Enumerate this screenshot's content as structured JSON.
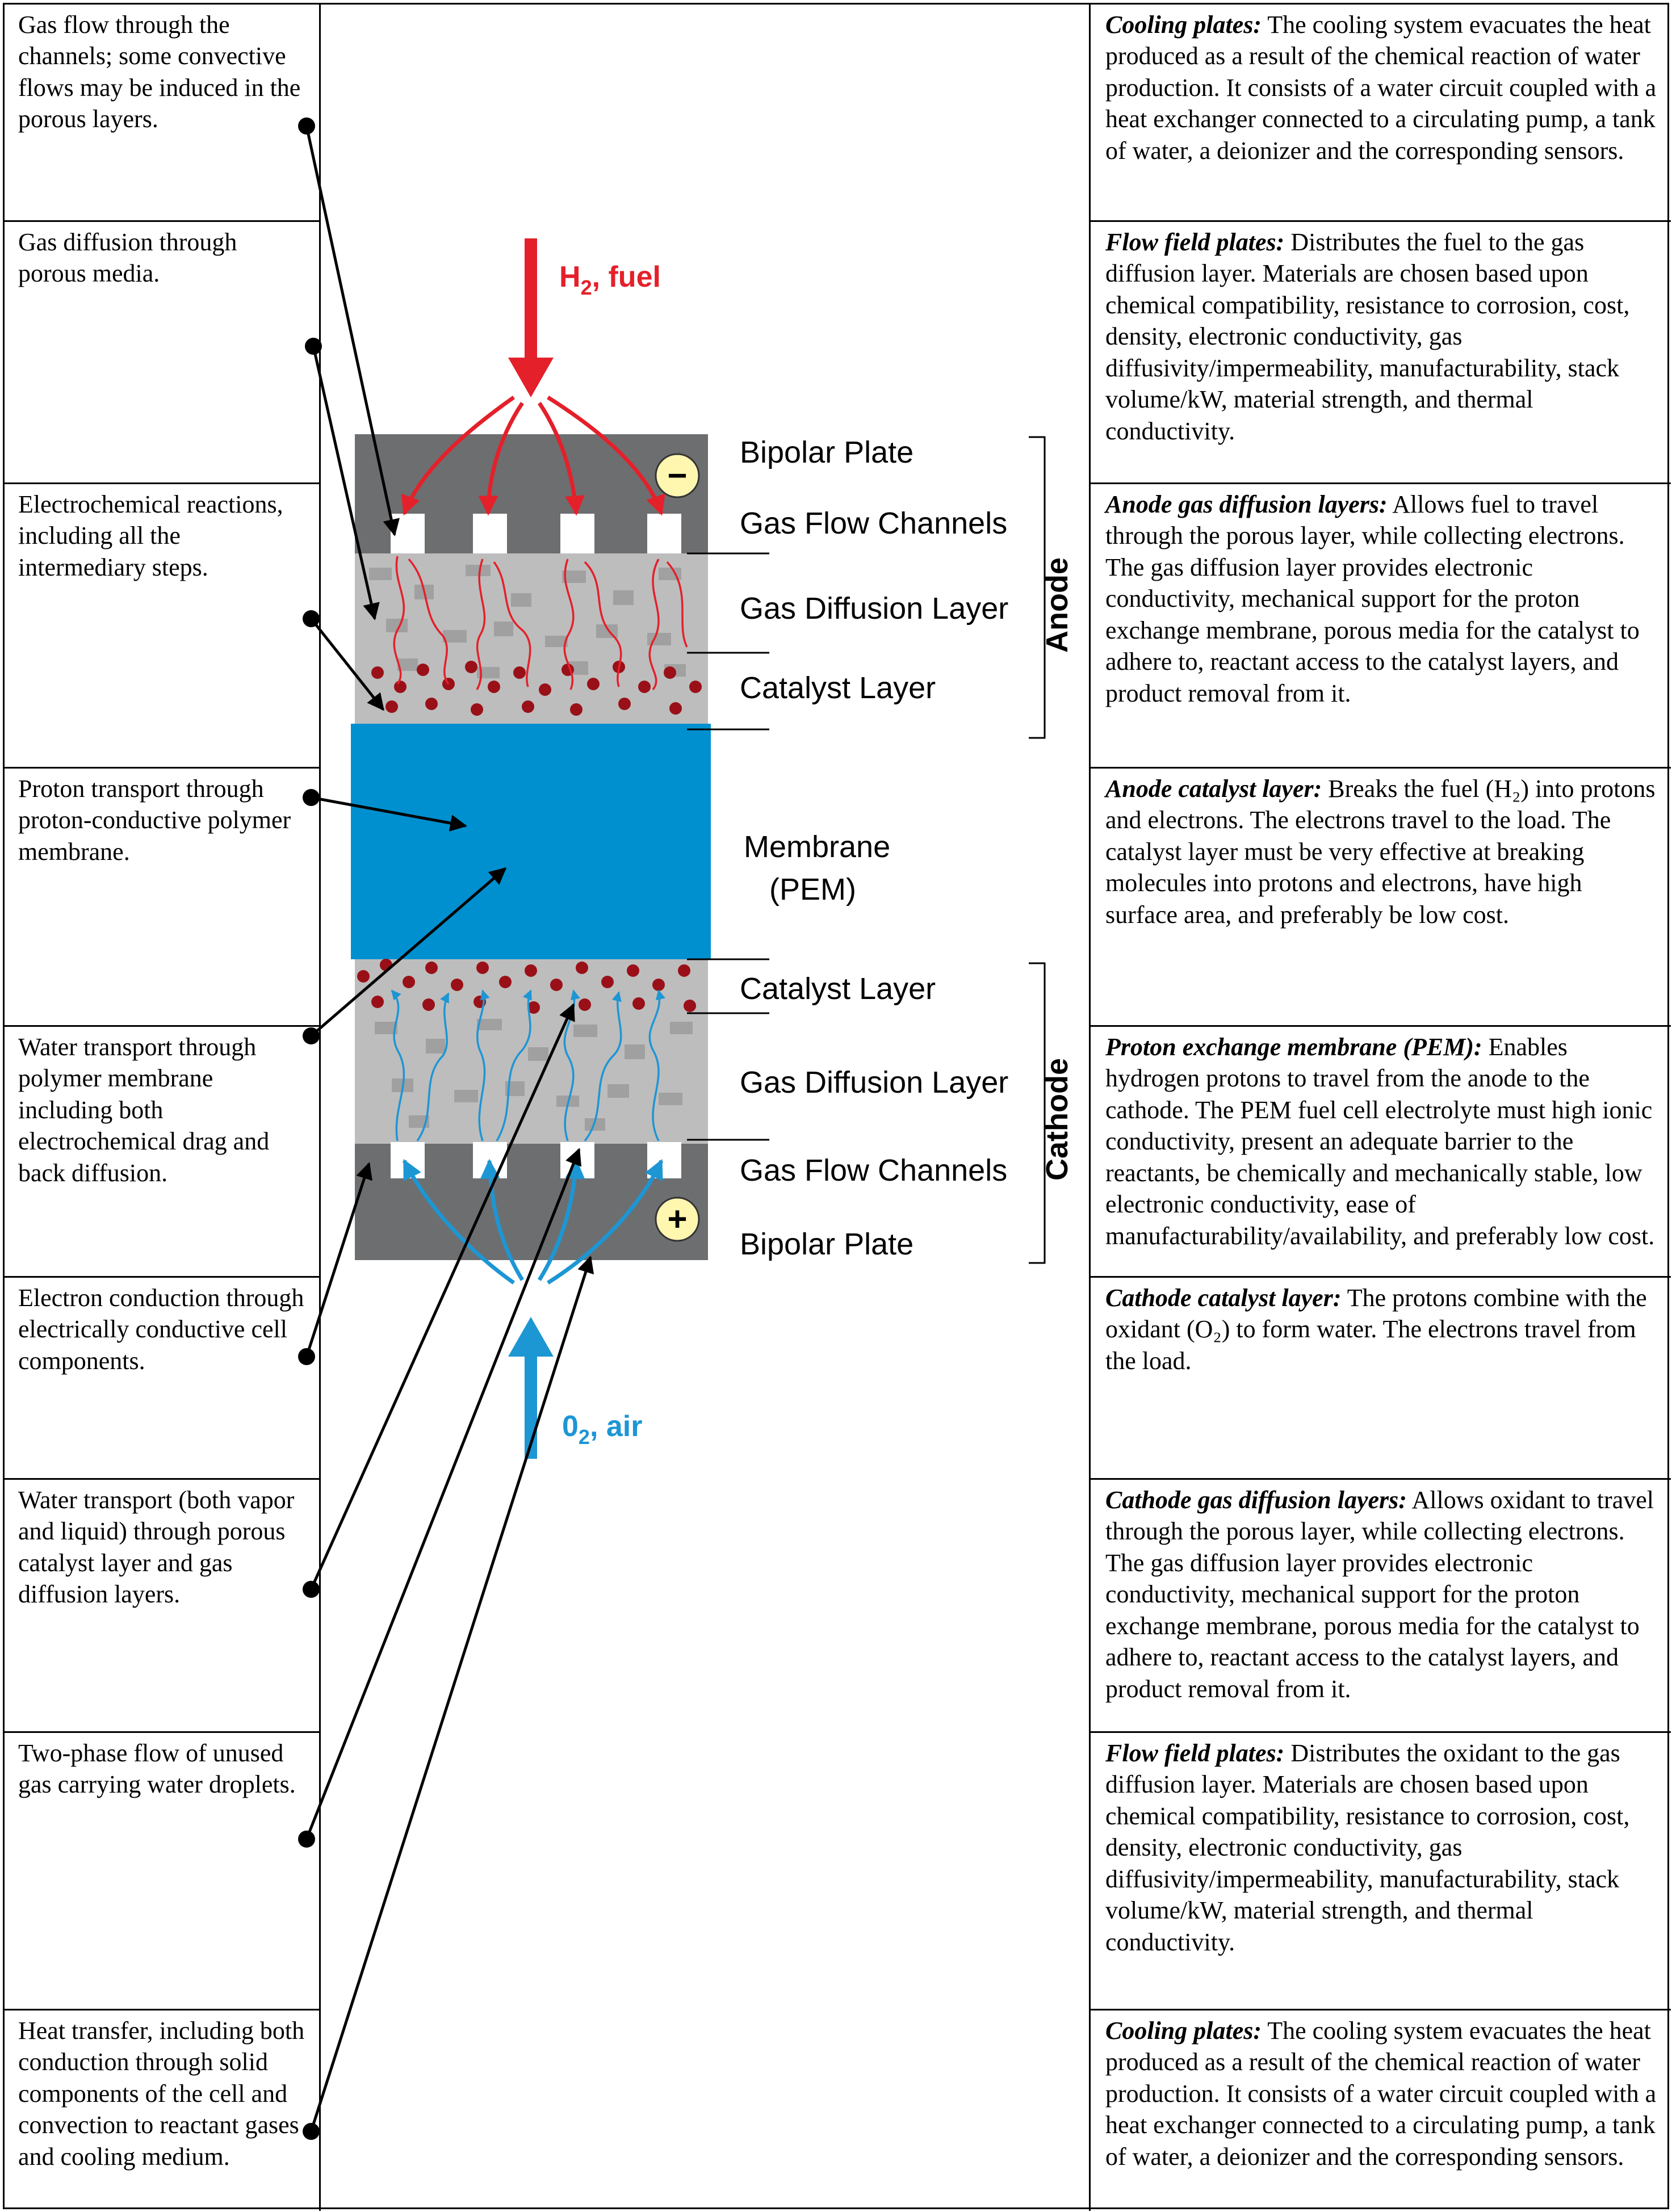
{
  "left": [
    "Gas flow through the channels; some convective flows may be induced in the porous layers.",
    "Gas diffusion through porous media.",
    "Electrochemical reactions, including all the intermediary steps.",
    "Proton transport through proton-conductive polymer membrane.",
    "Water transport through polymer membrane including both electrochemical drag and back diffusion.",
    "Electron conduction through electrically conductive cell components.",
    "Water transport (both vapor and liquid) through porous catalyst layer and gas diffusion layers.",
    "Two-phase flow of unused gas carrying water droplets.",
    "Heat transfer, including both conduction through solid components of the cell and convection to reactant gases and cooling medium."
  ],
  "right": [
    {
      "title": "Cooling plates:",
      "body": "The cooling system evacuates the heat produced as a result of the chemical reaction of water production. It consists of a water circuit coupled with a heat exchanger connected to a circulating pump, a tank of water, a deionizer and the corresponding sensors."
    },
    {
      "title": "Flow field plates:",
      "body": "Distributes the fuel to the gas diffusion layer. Materials are chosen based upon chemical compatibility, resistance to corrosion, cost, density, electronic conductivity, gas diffusivity/impermeability, manufacturability, stack volume/kW, material strength, and thermal conductivity."
    },
    {
      "title": "Anode gas diffusion layers:",
      "body": "Allows fuel to travel through the porous layer, while collecting electrons. The gas diffusion layer provides electronic conductivity, mechanical support for the proton exchange membrane, porous media for the catalyst to adhere to, reactant access to the catalyst layers, and product removal from it."
    },
    {
      "title": "Anode catalyst layer:",
      "body": "Breaks the fuel (H₂) into protons and electrons. The electrons travel to the load. The catalyst layer must be very effective at breaking molecules into protons and electrons, have high surface area, and preferably be low cost."
    },
    {
      "title": "Proton exchange membrane (PEM):",
      "body": "Enables hydrogen protons to travel from the anode to the cathode. The PEM fuel cell electrolyte must high ionic conductivity, present an adequate barrier to the reactants, be chemically and mechanically stable, low electronic conductivity, ease of manufacturability/availability, and preferably low cost."
    },
    {
      "title": "Cathode catalyst layer:",
      "body": "The protons combine with the oxidant (O₂) to form water. The electrons travel from the load."
    },
    {
      "title": "Cathode gas diffusion layers:",
      "body": "Allows oxidant to travel through the porous layer, while collecting electrons. The gas diffusion layer provides electronic conductivity, mechanical support for the proton exchange membrane, porous media for the catalyst to adhere to, reactant access to the catalyst layers, and product removal from it."
    },
    {
      "title": "Flow field plates:",
      "body": "Distributes the oxidant to the gas diffusion layer. Materials are chosen based upon chemical compatibility, resistance to corrosion, cost, density, electronic conductivity, gas diffusivity/impermeability, manufacturability, stack volume/kW, material strength, and thermal conductivity."
    },
    {
      "title": "Cooling plates:",
      "body": "The cooling system evacuates the heat produced as a result of the chemical reaction of water production. It consists of a water circuit coupled with a heat exchanger connected to a circulating pump, a tank of water, a deionizer and the corresponding sensors."
    }
  ],
  "diagram": {
    "h2_main": "H",
    "h2_sub": "2",
    "h2_suffix": ", fuel",
    "o2_main": "0",
    "o2_sub": "2",
    "o2_suffix": ", air",
    "minus": "−",
    "plus": "+",
    "labels": {
      "bipolar_top": "Bipolar Plate",
      "channels_top": "Gas Flow Channels",
      "gdl_top": "Gas Diffusion Layer",
      "catalyst_top": "Catalyst Layer",
      "membrane_1": "Membrane",
      "membrane_2": "(PEM)",
      "catalyst_bottom": "Catalyst Layer",
      "gdl_bottom": "Gas Diffusion Layer",
      "channels_bottom": "Gas Flow Channels",
      "bipolar_bottom": "Bipolar Plate",
      "anode": "Anode",
      "cathode": "Cathode"
    },
    "colors": {
      "plate": "#6d6e70",
      "gdl": "#bdbdbd",
      "membrane": "#0090d0",
      "fuel": "#e4202b",
      "air": "#1d96d4",
      "catalyst": "#9a1018",
      "terminal": "#fff6b0"
    }
  }
}
